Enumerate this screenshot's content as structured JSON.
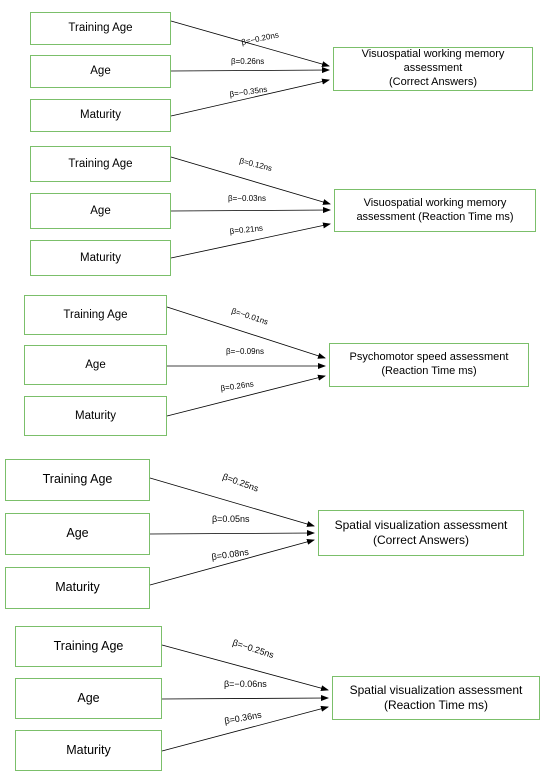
{
  "blocks": [
    {
      "predictors": [
        "Training Age",
        "Age",
        "Maturity"
      ],
      "outcome": [
        "Visuospatial working memory",
        "assessment",
        "(Correct Answers)"
      ],
      "betas": [
        "β=−0.20ns",
        "β=0.26ns",
        "β=−0.35ns"
      ]
    },
    {
      "predictors": [
        "Training Age",
        "Age",
        "Maturity"
      ],
      "outcome": [
        "Visuospatial working memory",
        "assessment (Reaction Time ms)"
      ],
      "betas": [
        "β=0.12ns",
        "β=−0.03ns",
        "β=0.21ns"
      ]
    },
    {
      "predictors": [
        "Training Age",
        "Age",
        "Maturity"
      ],
      "outcome": [
        "Psychomotor speed assessment",
        "(Reaction Time ms)"
      ],
      "betas": [
        "β=−0.01ns",
        "β=−0.09ns",
        "β=0.26ns"
      ]
    },
    {
      "predictors": [
        "Training Age",
        "Age",
        "Maturity"
      ],
      "outcome": [
        "Spatial visualization assessment",
        "(Correct Answers)"
      ],
      "betas": [
        "β=0.25ns",
        "β=0.05ns",
        "β=0.08ns"
      ]
    },
    {
      "predictors": [
        "Training Age",
        "Age",
        "Maturity"
      ],
      "outcome": [
        "Spatial visualization assessment",
        "(Reaction Time ms)"
      ],
      "betas": [
        "β=−0.25ns",
        "β=−0.06ns",
        "β=0.36ns"
      ]
    }
  ]
}
